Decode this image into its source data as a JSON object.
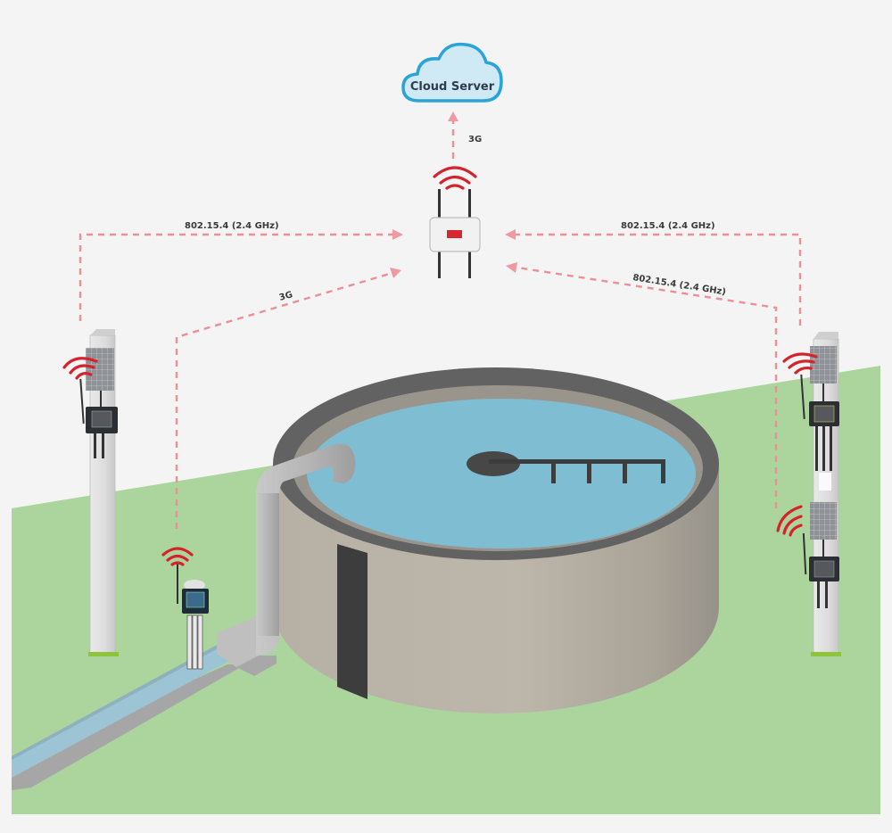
{
  "title": "Wastewater treatment tank wireless monitoring network",
  "cloud": {
    "label": "Cloud Server",
    "icon": "cloud-icon"
  },
  "gateway": {
    "icon": "router-gateway-icon",
    "uplink_label": "3G"
  },
  "links": [
    {
      "id": "left-pole-to-gateway",
      "label": "802.15.4 (2.4 GHz)"
    },
    {
      "id": "channel-sensor-to-gateway",
      "label": "3G"
    },
    {
      "id": "right-pole-top-to-gateway",
      "label": "802.15.4 (2.4 GHz)"
    },
    {
      "id": "right-pole-bottom-to-gateway",
      "label": "802.15.4 (2.4 GHz)"
    }
  ],
  "colors": {
    "background": "#f4f4f4",
    "ground": "#acd59d",
    "water": "#7fbdd3",
    "tank_rim": "#626262",
    "tank_wall": "#bcb6aa",
    "link": "#ec8f96",
    "signal": "#d4232b",
    "cloud_fill": "#cfe9f5",
    "cloud_stroke": "#2aa3d8"
  }
}
